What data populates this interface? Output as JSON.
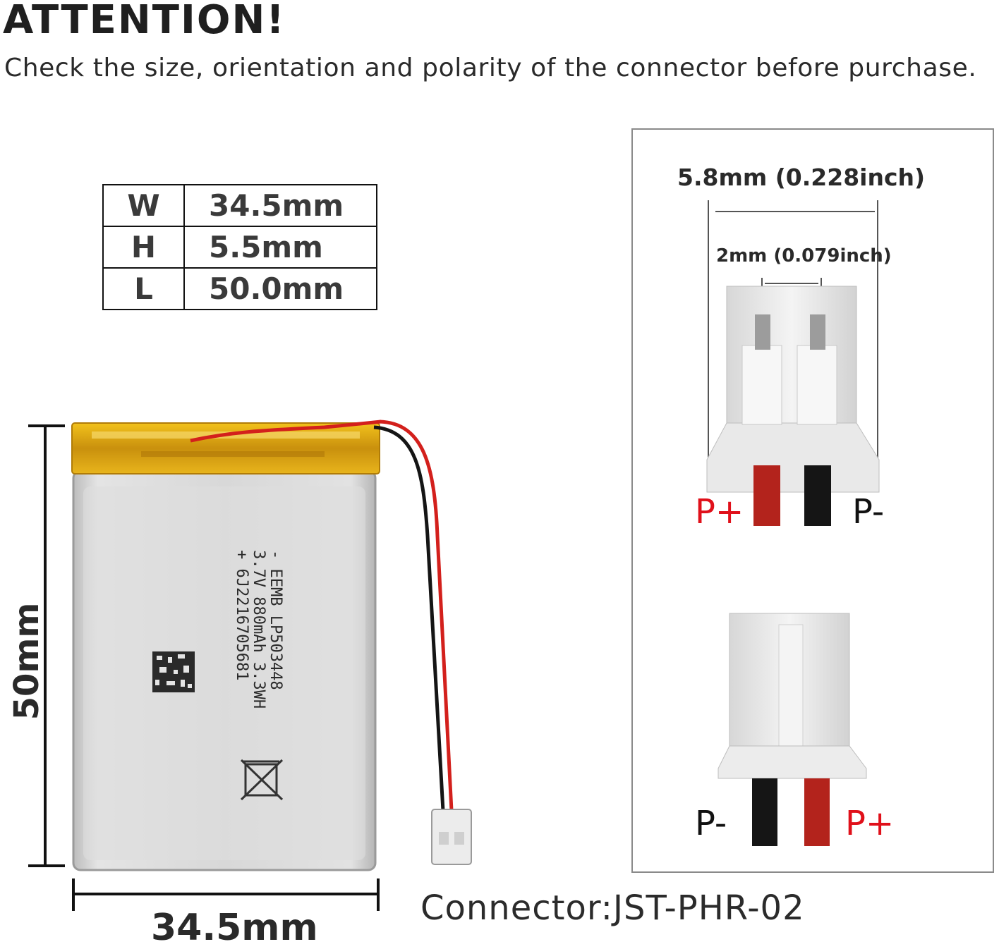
{
  "header": {
    "title": "ATTENTION!",
    "subtitle": "Check the size, orientation and polarity of the connector before purchase."
  },
  "dimensions_table": [
    {
      "key": "W",
      "value": "34.5mm"
    },
    {
      "key": "H",
      "value": "5.5mm"
    },
    {
      "key": "L",
      "value": "50.0mm"
    }
  ],
  "battery": {
    "height_label": "50mm",
    "width_label": "34.5mm",
    "label_lines": [
      "- EEMB LP503448",
      "3.7V 880mAh 3.3WH",
      "+ 6J2216705681"
    ]
  },
  "connector": {
    "width_label": "5.8mm (0.228inch)",
    "pitch_label": "2mm (0.079inch)",
    "top_view": {
      "left": "P+",
      "right": "P-"
    },
    "bottom_view": {
      "left": "P-",
      "right": "P+"
    },
    "name": "Connector:JST-PHR-02"
  },
  "colors": {
    "positive": "#e0101a",
    "negative": "#111111",
    "pouch": "#d9d9d9",
    "tape": "#d9a514"
  }
}
